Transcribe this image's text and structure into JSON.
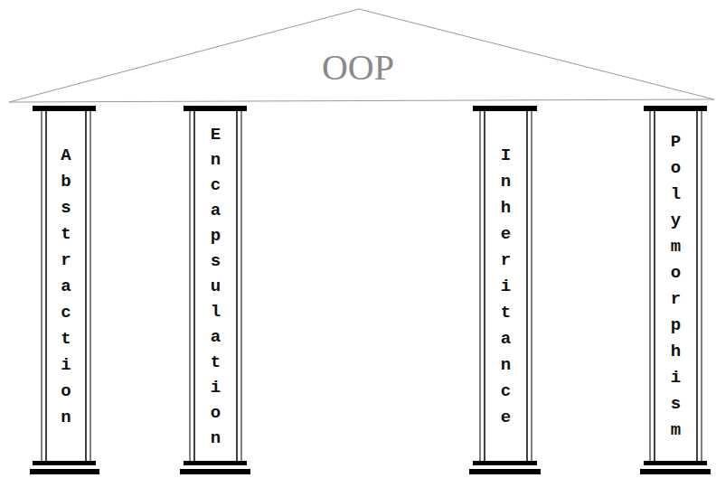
{
  "diagram": {
    "nodes": [
      {
        "text": [
          "OOP"
        ]
      },
      {
        "text": [
          "Abstraction"
        ]
      },
      {
        "text": [
          "Encapsulation"
        ]
      },
      {
        "text": [
          "Inheritance"
        ]
      },
      {
        "text": [
          "Polymorphism"
        ]
      }
    ]
  }
}
